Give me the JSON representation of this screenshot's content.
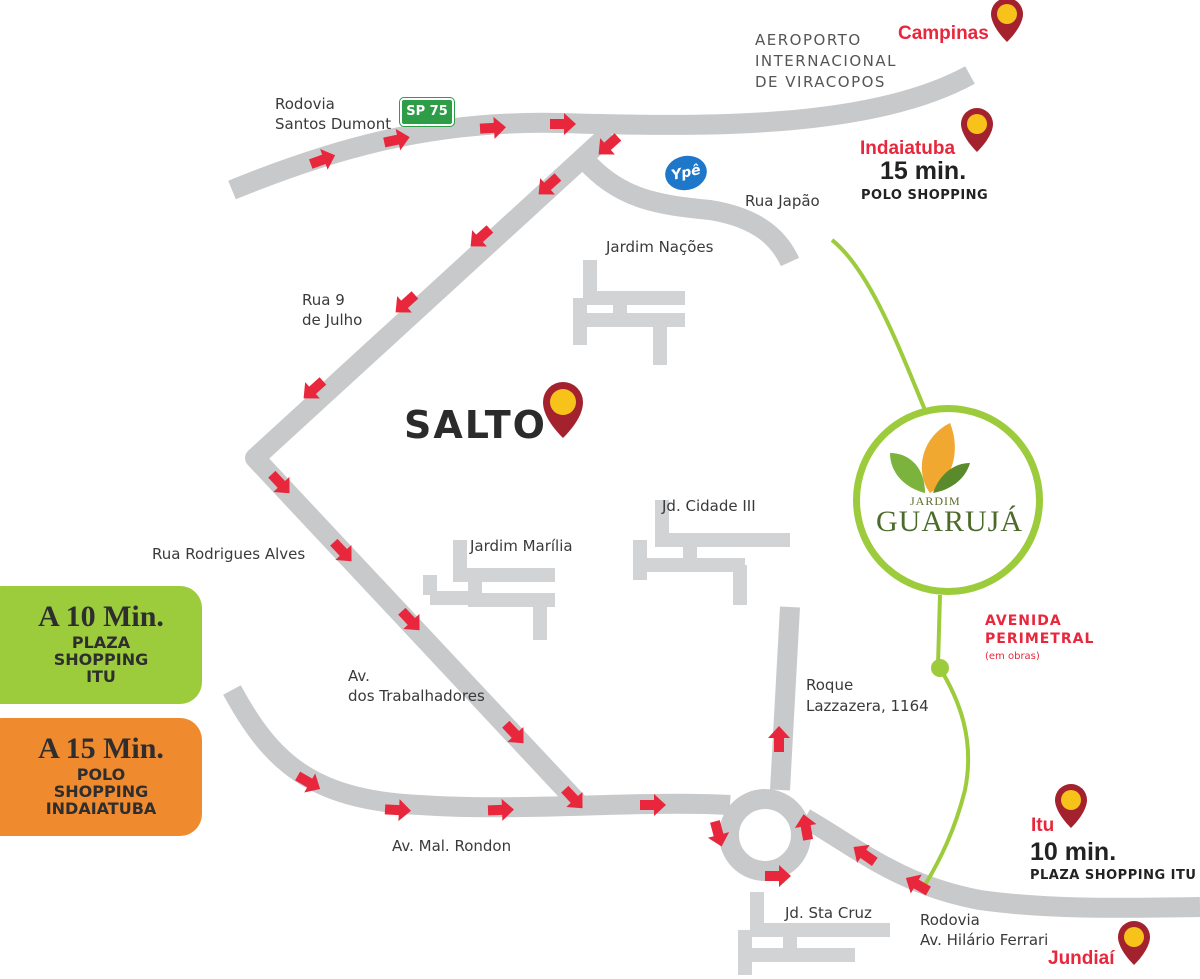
{
  "colors": {
    "road": "#c8c9cb",
    "arrow": "#e8273c",
    "green_route": "#9ccc3c",
    "pin": "#a3222d",
    "pin_dot": "#f7c21a"
  },
  "labels": {
    "rodovia_santos": "Rodovia\nSantos Dumont",
    "sp75": "SP 75",
    "airport": "AEROPORTO\nINTERNACIONAL\nDE VIRACOPOS",
    "campinas": "Campinas",
    "indaiatuba": "Indaiatuba",
    "indaiatuba_time": "15 min.",
    "indaiatuba_sub": "POLO SHOPPING",
    "ype": "Ypê",
    "rua_japao": "Rua Japão",
    "jardim_nacoes": "Jardim Nações",
    "rua9": "Rua 9\nde Julho",
    "salto": "SALTO",
    "jd_cidade": "Jd. Cidade III",
    "jardim_marilia": "Jardim Marília",
    "rua_rodrigues": "Rua Rodrigues Alves",
    "av_trabalhadores": "Av.\ndos Trabalhadores",
    "av_rondon": "Av. Mal. Rondon",
    "roque": "Roque\nLazzazera, 1164",
    "av_perimetral": "AVENIDA\nPERIMETRAL",
    "em_obras": "(em obras)",
    "itu": "Itu",
    "itu_time": "10 min.",
    "itu_sub": "PLAZA SHOPPING ITU",
    "jd_sta_cruz": "Jd. Sta Cruz",
    "rodovia_hilario": "Rodovia\nAv. Hilário Ferrari",
    "jundiai": "Jundiaí",
    "logo_jardim": "JARDIM",
    "logo_guaruja": "GUARUJÁ"
  },
  "cards": {
    "green_big": "A 10 Min.",
    "green_small": "PLAZA\nSHOPPING\nITU",
    "orange_big": "A 15 Min.",
    "orange_small": "POLO\nSHOPPING\nINDAIATUBA"
  },
  "pins": [
    "campinas-pin",
    "indaiatuba-pin",
    "salto-pin",
    "itu-pin",
    "jundiai-pin"
  ]
}
